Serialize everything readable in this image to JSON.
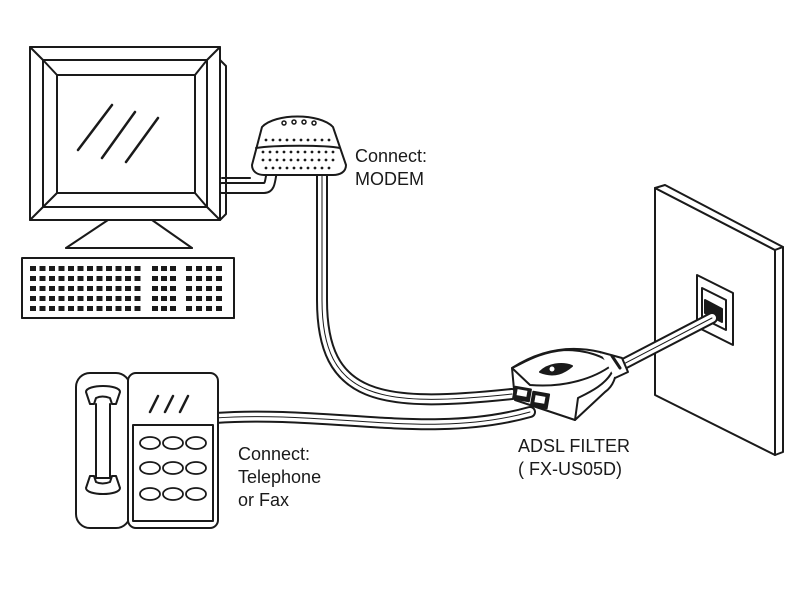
{
  "labels": {
    "modem": [
      "Connect:",
      "MODEM"
    ],
    "telephone": [
      "Connect:",
      "Telephone",
      "or Fax"
    ],
    "filter": [
      "ADSL FILTER",
      "( FX-US05D)"
    ]
  },
  "colors": {
    "stroke": "#1a1a1a",
    "background": "#ffffff",
    "cable_fill": "#ffffff",
    "shade": "#555555"
  },
  "components": {
    "computer": [
      "monitor-icon",
      "keyboard-icon"
    ],
    "modem": "modem-icon",
    "telephone": "telephone-icon",
    "filter": "adsl-filter-icon",
    "wall_jack": "wall-plate-icon"
  }
}
